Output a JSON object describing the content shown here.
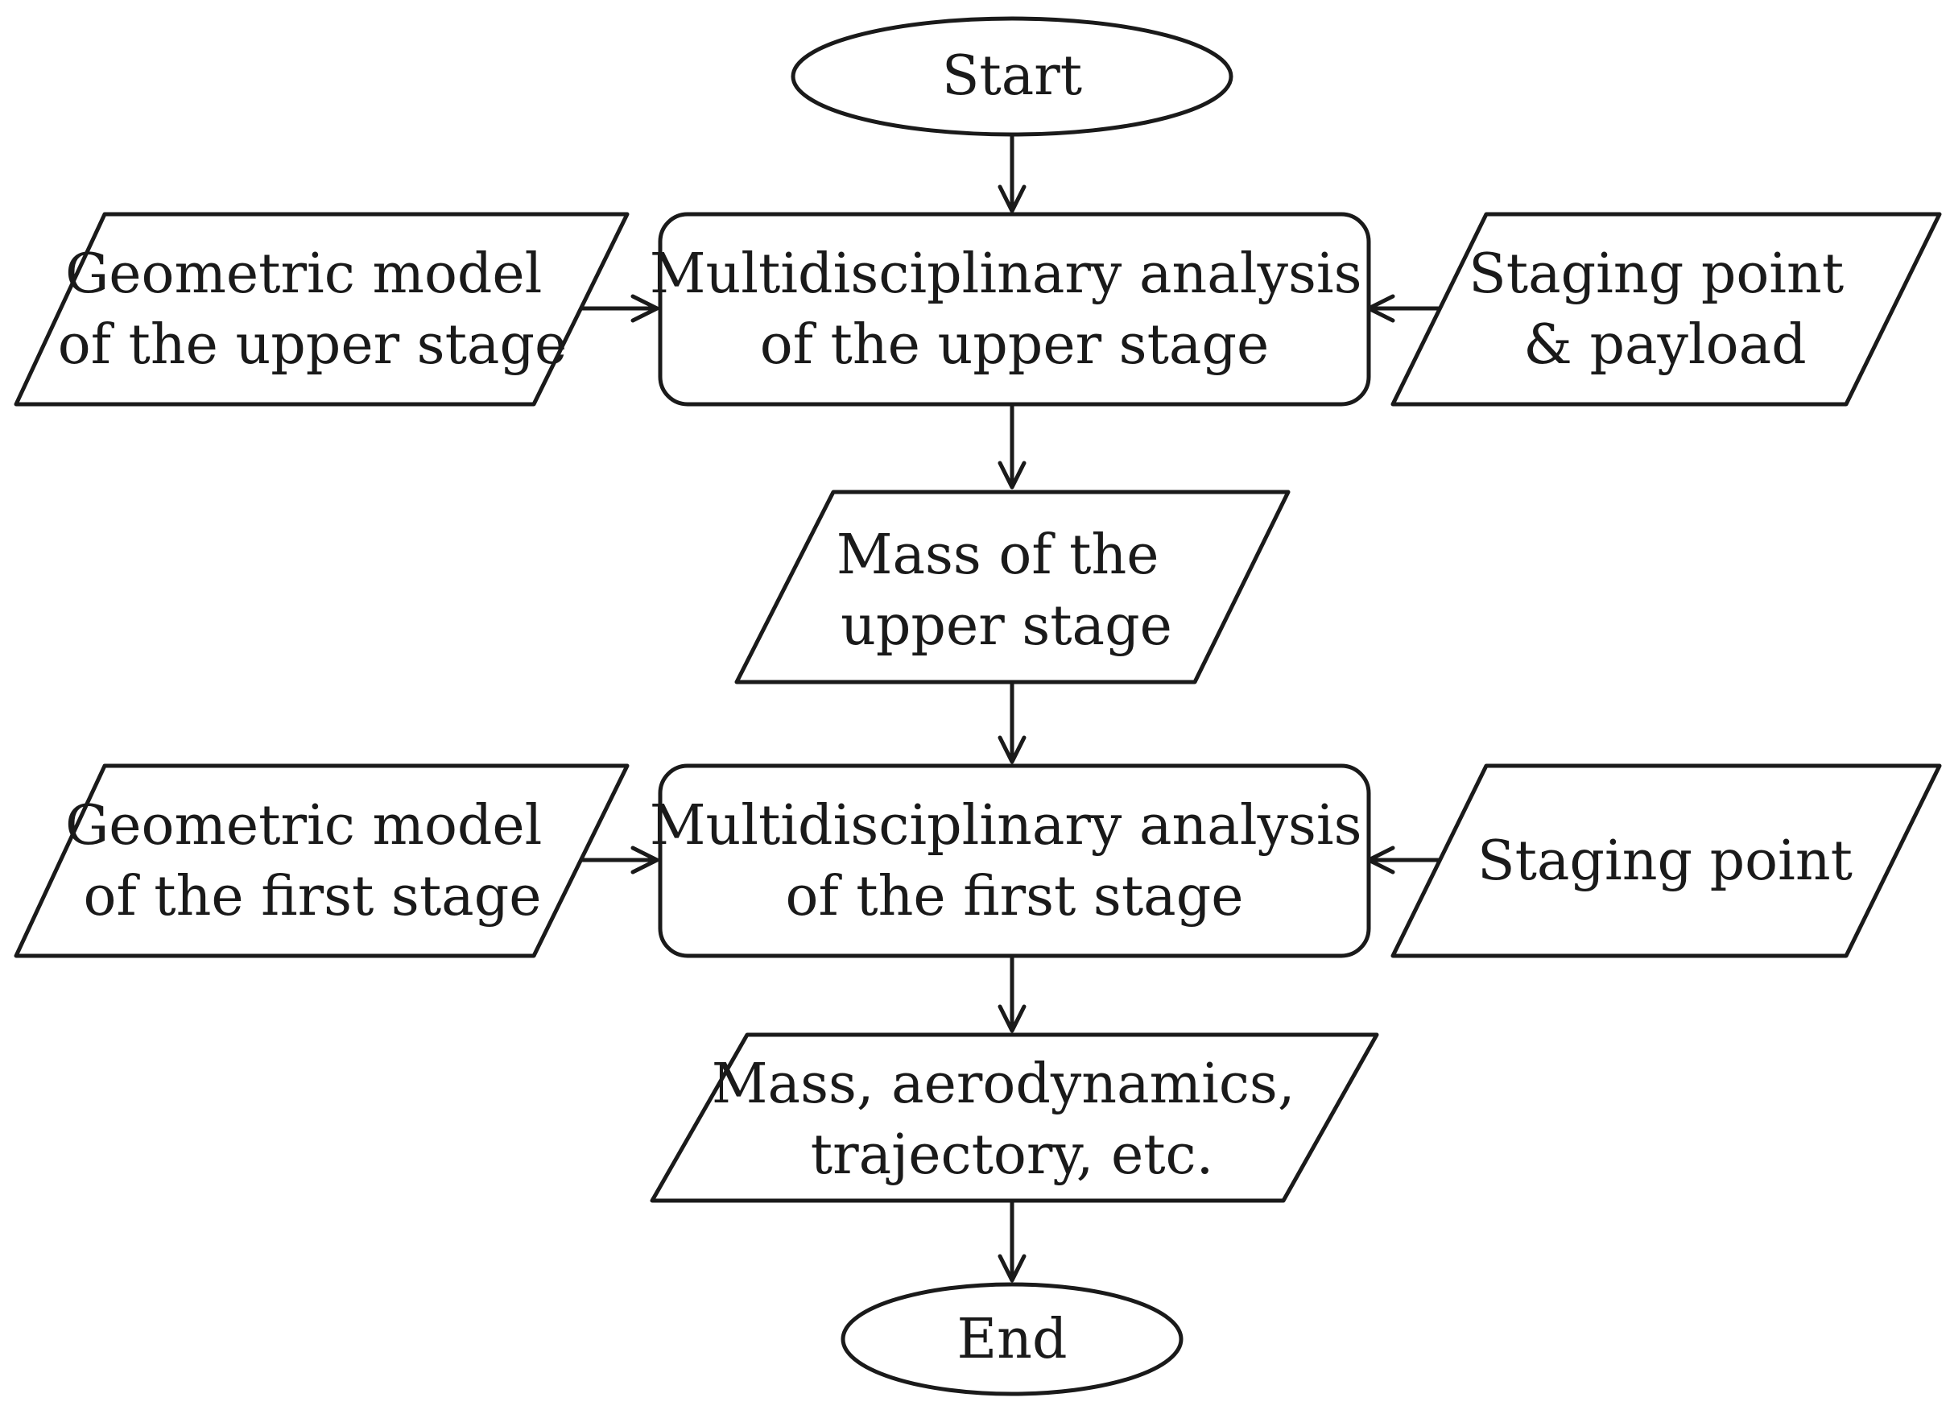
{
  "diagram": {
    "nodes": [
      {
        "id": "start",
        "lines": [
          "Start"
        ]
      },
      {
        "id": "geo-upper",
        "lines": [
          "Geometric model",
          "of the upper stage"
        ]
      },
      {
        "id": "mda-upper",
        "lines": [
          "Multidisciplinary analysis",
          "of the upper stage"
        ]
      },
      {
        "id": "staging-payload",
        "lines": [
          "Staging point",
          "& payload"
        ]
      },
      {
        "id": "mass-upper",
        "lines": [
          "Mass of the",
          "upper stage"
        ]
      },
      {
        "id": "geo-first",
        "lines": [
          "Geometric model",
          "of the first stage"
        ]
      },
      {
        "id": "mda-first",
        "lines": [
          "Multidisciplinary analysis",
          "of the first stage"
        ]
      },
      {
        "id": "staging",
        "lines": [
          "Staging point"
        ]
      },
      {
        "id": "results",
        "lines": [
          "Mass, aerodynamics,",
          "trajectory, etc."
        ]
      },
      {
        "id": "end",
        "lines": [
          "End"
        ]
      }
    ],
    "edges": [
      {
        "from": "start",
        "to": "mda-upper"
      },
      {
        "from": "geo-upper",
        "to": "mda-upper"
      },
      {
        "from": "staging-payload",
        "to": "mda-upper"
      },
      {
        "from": "mda-upper",
        "to": "mass-upper"
      },
      {
        "from": "mass-upper",
        "to": "mda-first"
      },
      {
        "from": "geo-first",
        "to": "mda-first"
      },
      {
        "from": "staging",
        "to": "mda-first"
      },
      {
        "from": "mda-first",
        "to": "results"
      },
      {
        "from": "results",
        "to": "end"
      }
    ]
  }
}
